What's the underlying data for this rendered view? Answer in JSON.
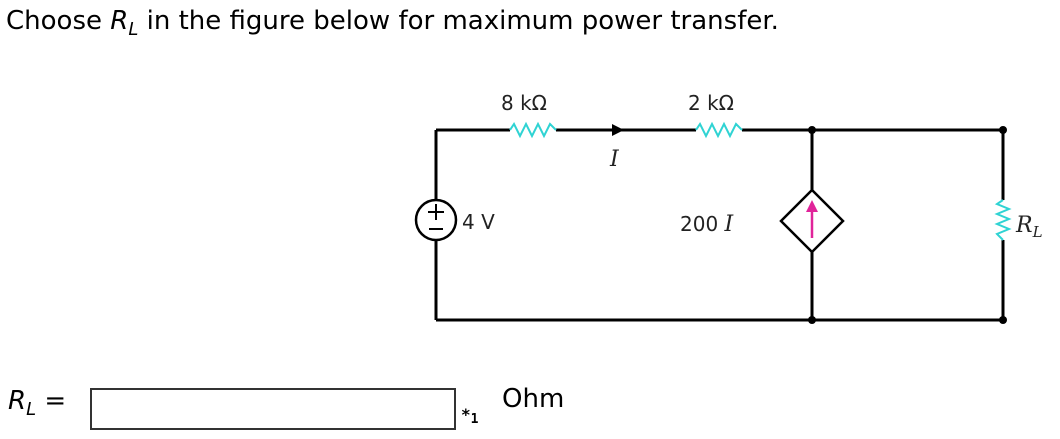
{
  "question": {
    "prefix": "Choose ",
    "var_main": "R",
    "var_sub": "L",
    "suffix": " in the figure below for maximum power transfer."
  },
  "circuit": {
    "labels": {
      "r1": "8 kΩ",
      "r2": "2 kΩ",
      "current": "I",
      "source": "4 V",
      "dep_source_value": "200 ",
      "dep_source_var": "I",
      "load_main": "R",
      "load_sub": "L"
    },
    "colors": {
      "wire": "#000000",
      "resistor": "#2fd3d3",
      "arrow": "#e0249a"
    }
  },
  "answer": {
    "label_main": "R",
    "label_sub": "L",
    "equals": " =",
    "value": "",
    "placeholder": "",
    "marker_main": "*",
    "marker_sub": "1",
    "unit": "Ohm"
  }
}
